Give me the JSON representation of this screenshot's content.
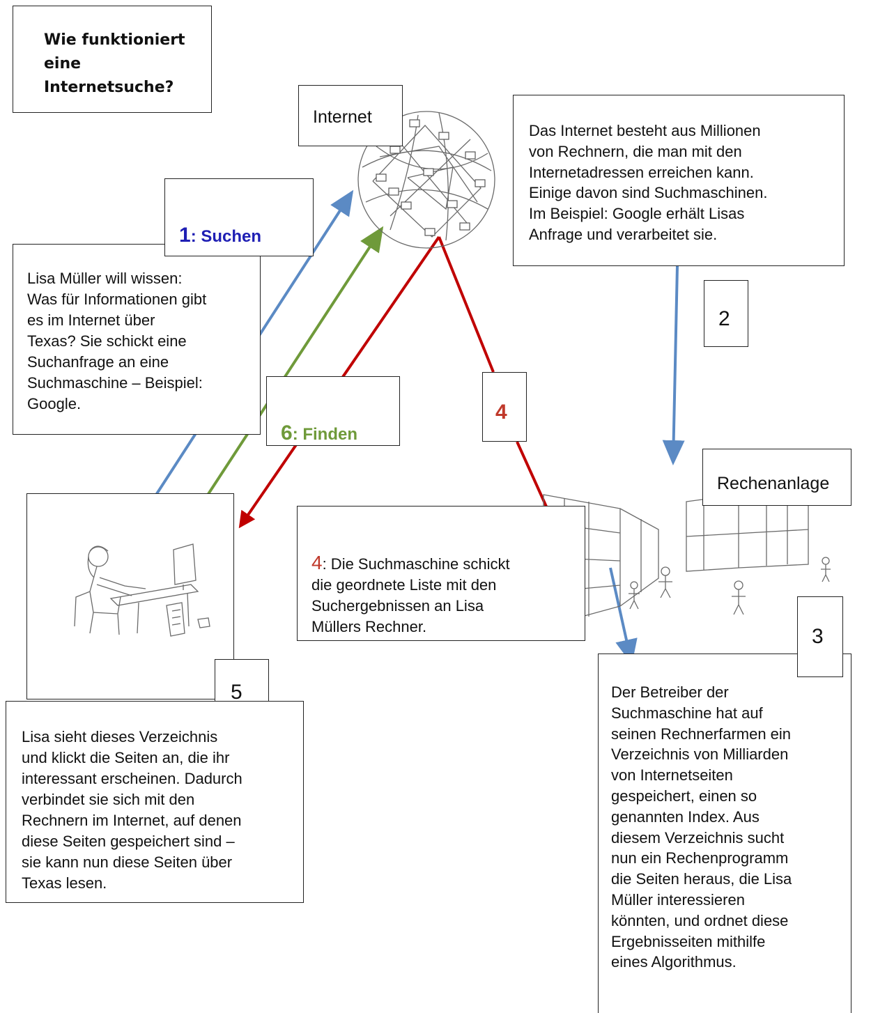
{
  "title": "Wie funktioniert\neine\nInternetsuche?",
  "labels": {
    "internet": "Internet",
    "rechenanlage": "Rechenanlage",
    "step1_num": "1",
    "step1_text": ": Suchen",
    "step2": "2",
    "step3": "3",
    "step4": "4",
    "step4b_num": "4",
    "step4b_text": ": Die Suchmaschine schickt\ndie geordnete Liste mit den\nSuchergebnissen an Lisa\nMüllers Rechner.",
    "step5": "5",
    "step6_num": "6",
    "step6_text": ": Finden"
  },
  "texts": {
    "lisa_question": "Lisa Müller will wissen:\nWas für Informationen gibt\nes im Internet über\nTexas? Sie schickt eine\nSuchanfrage an eine\nSuchmaschine – Beispiel:\nGoogle.",
    "internet_desc": "Das Internet besteht aus Millionen\nvon Rechnern, die man mit den\nInternetadressen erreichen kann.\nEinige davon sind Suchmaschinen.\nIm Beispiel: Google erhält Lisas\nAnfrage und verarbeitet sie.",
    "lisa_sees": "Lisa sieht dieses Verzeichnis\nund klickt die Seiten an, die ihr\ninteressant erscheinen. Dadurch\nverbindet sie sich mit den\nRechnern im Internet, auf denen\ndiese Seiten gespeichert sind –\nsie kann nun diese Seiten über\nTexas lesen.",
    "operator_desc": "Der Betreiber der\nSuchmaschine hat auf\nseinen Rechnerfarmen ein\nVerzeichnis von Milliarden\nvon Internetseiten\ngespeichert, einen so\ngenannten Index. Aus\ndiesem Verzeichnis sucht\nnun ein Rechenprogramm\ndie Seiten heraus, die Lisa\nMüller interessieren\nkönnten, und ordnet diese\nErgebnisseiten mithilfe\neines Algorithmus."
  },
  "colors": {
    "blue_arrow": "#5b8ac4",
    "green_arrow": "#6f9a3a",
    "red_arrow": "#c00000",
    "step1_color": "#1f1fb4",
    "step6_color": "#6f9a3a",
    "step4_color": "#c0392b",
    "sketch": "#6a6a6a"
  },
  "icons": {
    "globe": "internet-globe-sketch-icon",
    "person": "lisa-at-computer-sketch-icon",
    "datacenter": "rechenanlage-buildings-sketch-icon"
  }
}
